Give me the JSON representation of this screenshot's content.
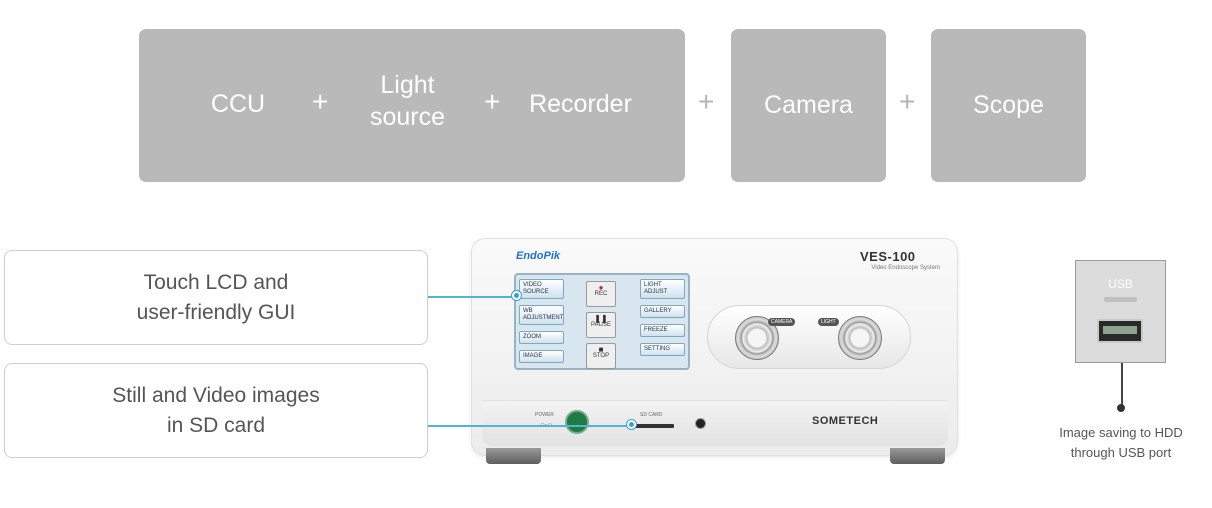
{
  "components": {
    "main_group": {
      "items": [
        "CCU",
        "Light\nsource",
        "Recorder"
      ],
      "light_line1": "Light",
      "light_line2": "source",
      "ccu": "CCU",
      "recorder": "Recorder"
    },
    "plus": "+",
    "camera": "Camera",
    "scope": "Scope"
  },
  "callouts": {
    "touch_lcd_line1": "Touch LCD and",
    "touch_lcd_line2": "user-friendly GUI",
    "sd_card_line1": "Still and Video images",
    "sd_card_line2": "in SD card"
  },
  "device": {
    "brand": "EndoPik",
    "model": "VES-100",
    "model_sub": "Video Endoscope System",
    "maker": "SOMETECH",
    "lcd_left_buttons": [
      "VIDEO SOURCE",
      "WB ADJUSTMENT",
      "ZOOM",
      "IMAGE"
    ],
    "lcd_center_buttons": [
      "REC",
      "PAUSE",
      "STOP"
    ],
    "lcd_right_buttons": [
      "LIGHT ADJUST",
      "GALLERY",
      "FREEZE",
      "SETTING"
    ],
    "camera_tag": "CAMERA",
    "light_tag": "LIGHT",
    "power_label": "POWER",
    "sd_label": "SD CARD"
  },
  "usb": {
    "label": "USB",
    "note_line1": "Image saving to HDD",
    "note_line2": "through USB port"
  },
  "colors": {
    "component_gray": "#b9b9b9",
    "leader_blue": "#52b3d8",
    "brand_blue": "#1f72c9",
    "power_green": "#207b42"
  }
}
